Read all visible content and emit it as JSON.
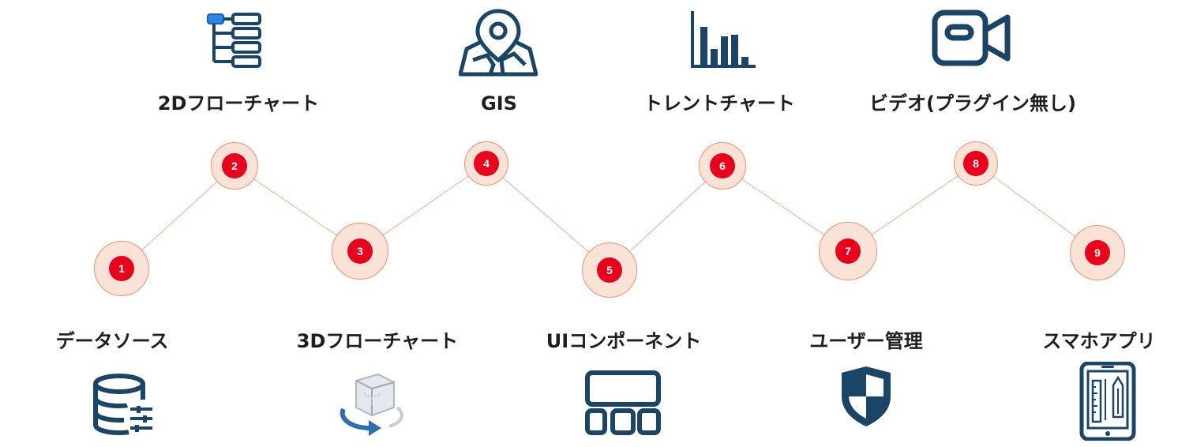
{
  "theme": {
    "icon_color": "#1a4566",
    "node_fill": "#fbe2d6",
    "node_stroke": "#ee9070",
    "badge_color": "#e8001c",
    "line_color": "#f2b8a3"
  },
  "items": [
    {
      "number": "1",
      "label": "データソース",
      "icon": "database-icon"
    },
    {
      "number": "2",
      "label": "2Dフローチャート",
      "icon": "flowchart-2d-icon"
    },
    {
      "number": "3",
      "label": "3Dフローチャート",
      "icon": "cube-3d-icon"
    },
    {
      "number": "4",
      "label": "GIS",
      "icon": "map-pin-icon"
    },
    {
      "number": "5",
      "label": "UIコンポーネント",
      "icon": "ui-components-icon"
    },
    {
      "number": "6",
      "label": "トレントチャート",
      "icon": "bar-chart-icon"
    },
    {
      "number": "7",
      "label": "ユーザー管理",
      "icon": "shield-icon"
    },
    {
      "number": "8",
      "label": "ビデオ(プラグイン無し)",
      "icon": "video-camera-icon"
    },
    {
      "number": "9",
      "label": "スマホアプリ",
      "icon": "tablet-icon"
    }
  ]
}
